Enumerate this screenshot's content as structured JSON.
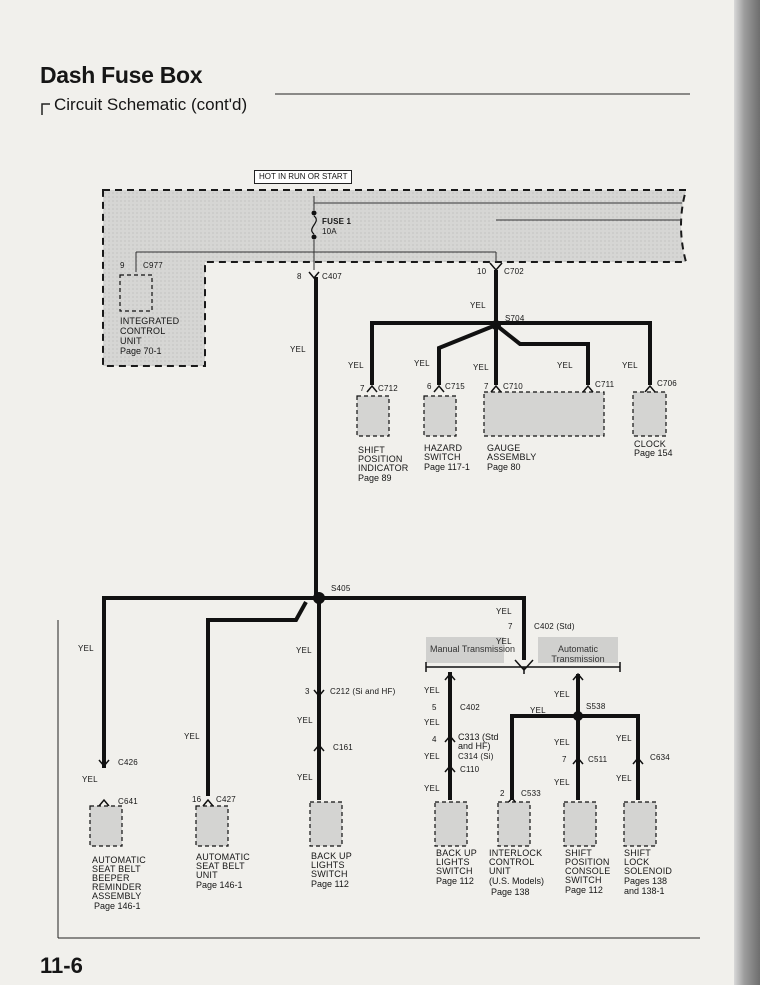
{
  "header": {
    "title": "Dash Fuse Box",
    "subtitle": "Circuit Schematic (cont'd)",
    "page_number": "11-6"
  },
  "fuse_box": {
    "label": "HOT IN RUN OR START",
    "fuse_name": "FUSE 1",
    "fuse_rating": "10A"
  },
  "connectors": {
    "c977_pin": "9",
    "c977": "C977",
    "c407_pin": "8",
    "c407": "C407",
    "c702_pin": "10",
    "c702": "C702",
    "s704": "S704",
    "c712_pin": "7",
    "c712": "C712",
    "c715_pin": "6",
    "c715": "C715",
    "c710_pin": "7",
    "c710": "C710",
    "c711": "C711",
    "c706": "C706",
    "s405": "S405",
    "c402_pin": "7",
    "c402_std": "C402 (Std)",
    "c212_pin": "3",
    "c212": "C212 (Si and HF)",
    "c161": "C161",
    "c426": "C426",
    "c641": "C641",
    "c427_pin": "16",
    "c427": "C427",
    "c402b_pin": "5",
    "c402b": "C402",
    "c313_pin": "4",
    "c313": "C313 (Std and HF)",
    "c314": "C314 (Si)",
    "c110": "C110",
    "c533_pin": "2",
    "c533": "C533",
    "s538": "S538",
    "c511_pin": "7",
    "c511": "C511",
    "c634": "C634"
  },
  "wire_color": "YEL",
  "transmission": {
    "manual": "Manual Transmission",
    "automatic": "Automatic Transmission"
  },
  "components": {
    "icu": {
      "name": [
        "INTEGRATED",
        "CONTROL",
        "UNIT"
      ],
      "page": "Page 70-1"
    },
    "shift_indicator": {
      "name": [
        "SHIFT",
        "POSITION",
        "INDICATOR"
      ],
      "page": "Page 89"
    },
    "hazard": {
      "name": [
        "HAZARD",
        "SWITCH"
      ],
      "page": "Page 117-1"
    },
    "gauge": {
      "name": [
        "GAUGE",
        "ASSEMBLY"
      ],
      "page": "Page 80"
    },
    "clock": {
      "name": [
        "CLOCK"
      ],
      "page": "Page 154"
    },
    "beeper": {
      "name": [
        "AUTOMATIC",
        "SEAT BELT",
        "BEEPER",
        "REMINDER",
        "ASSEMBLY"
      ],
      "page": "Page 146-1"
    },
    "seatbelt_unit": {
      "name": [
        "AUTOMATIC",
        "SEAT BELT",
        "UNIT"
      ],
      "page": "Page 146-1"
    },
    "backup_switch": {
      "name": [
        "BACK UP",
        "LIGHTS",
        "SWITCH"
      ],
      "page": "Page 112"
    },
    "backup_switch_mt": {
      "name": [
        "BACK UP",
        "LIGHTS",
        "SWITCH"
      ],
      "page": "Page 112"
    },
    "interlock": {
      "name": [
        "INTERLOCK",
        "CONTROL",
        "UNIT"
      ],
      "note": "(U.S. Models)",
      "page": "Page 138"
    },
    "shift_console": {
      "name": [
        "SHIFT",
        "POSITION",
        "CONSOLE",
        "SWITCH"
      ],
      "page": "Page 112"
    },
    "shift_solenoid": {
      "name": [
        "SHIFT",
        "LOCK",
        "SOLENOID"
      ],
      "page": "Pages 138",
      "page2": "and 138-1"
    }
  },
  "colors": {
    "paper": "#f1f0ec",
    "ink": "#161616",
    "shade": "#d4d4d2"
  }
}
